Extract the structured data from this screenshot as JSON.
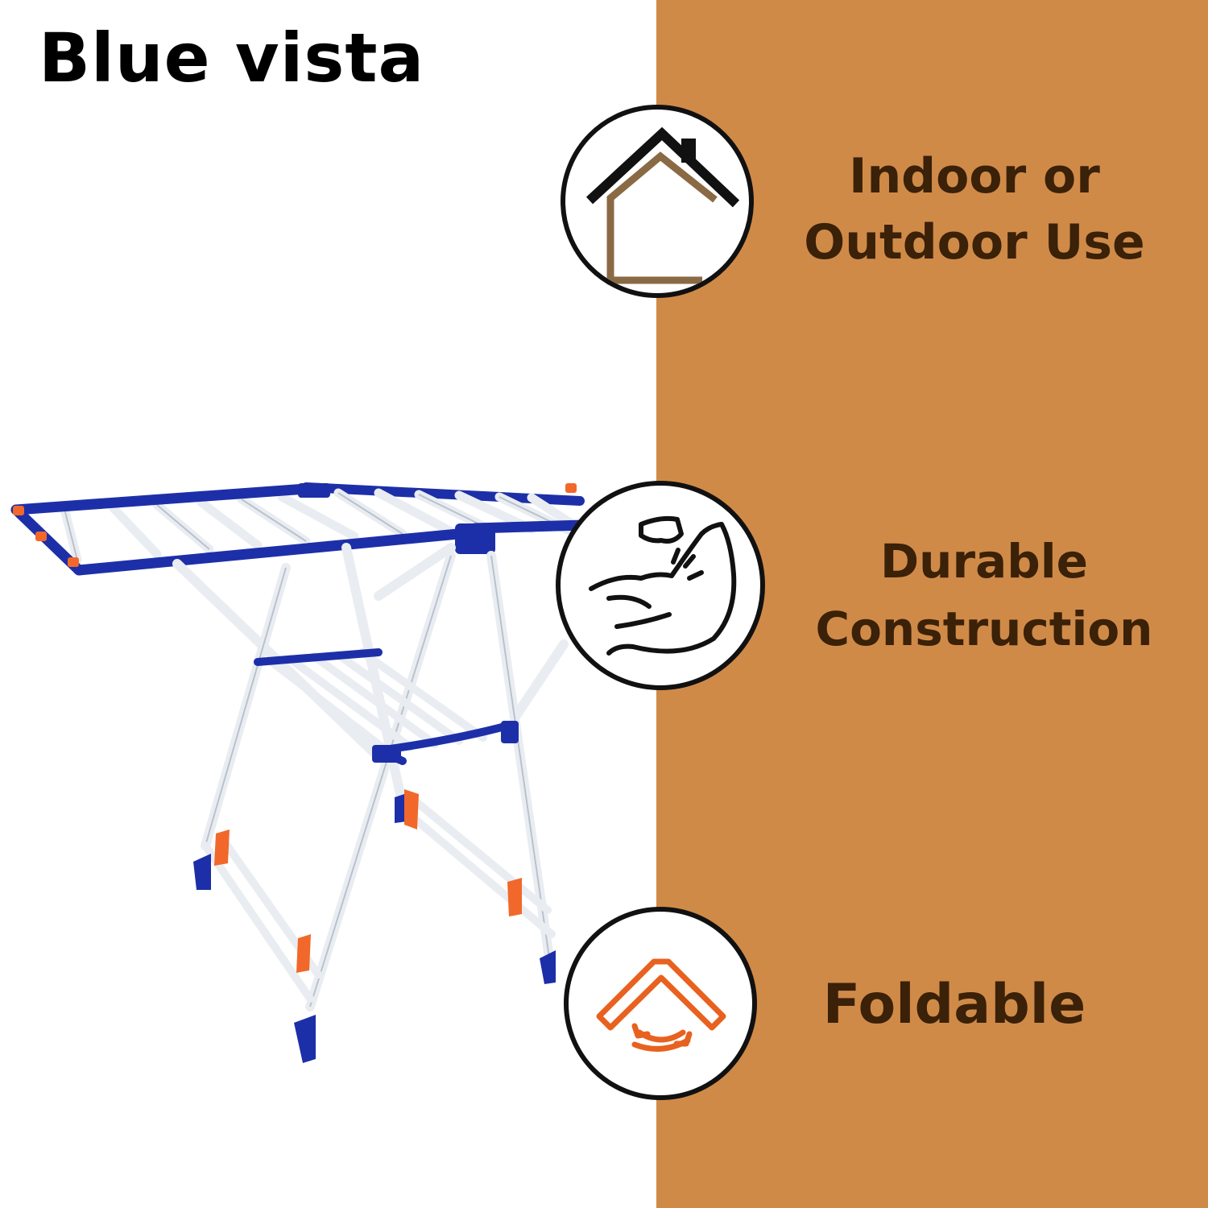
{
  "brand": {
    "name": "Blue vista"
  },
  "colors": {
    "panel": "#d08a48",
    "feature_text": "#3a2108",
    "rack_frame": "#1d2fa8",
    "rack_bar": "#e9edf2",
    "rack_accent": "#f2682a"
  },
  "product": {
    "image": "clothes-drying-stand-photo"
  },
  "features": [
    {
      "icon": "house-icon",
      "lines": [
        "Indoor or",
        "Outdoor Use"
      ]
    },
    {
      "icon": "flexed-arm-icon",
      "lines": [
        "Durable",
        "Construction"
      ]
    },
    {
      "icon": "fold-arrows-icon",
      "lines": [
        "Foldable"
      ]
    }
  ]
}
